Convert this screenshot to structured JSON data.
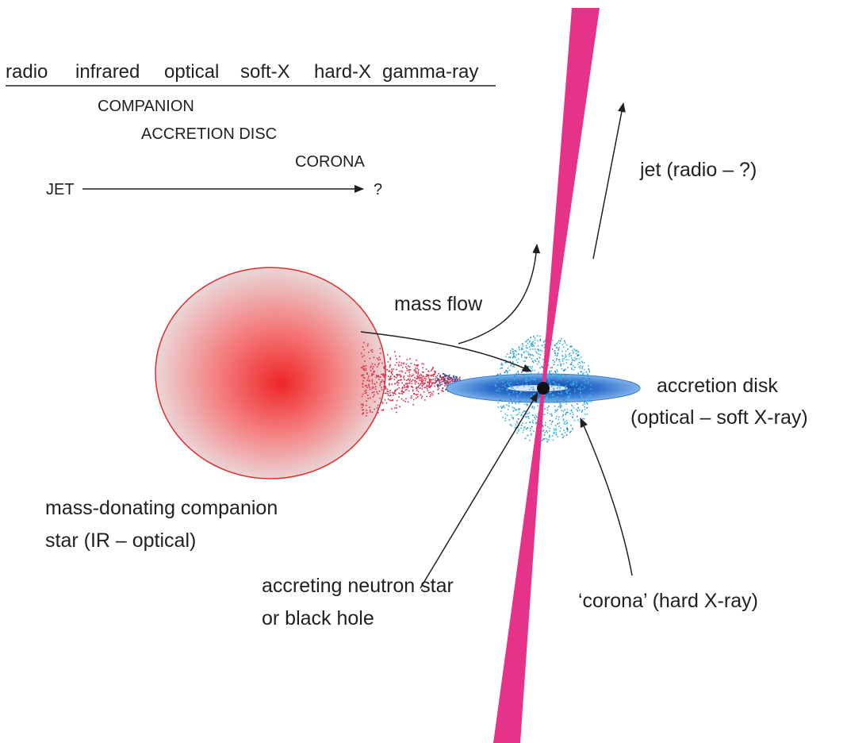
{
  "spectrum": {
    "bands": [
      "radio",
      "infrared",
      "optical",
      "soft-X",
      "hard-X",
      "gamma-ray"
    ],
    "components": {
      "companion": "COMPANION",
      "accretion_disc": "ACCRETION DISC",
      "corona": "CORONA",
      "jet": "JET",
      "jet_end": "?"
    }
  },
  "labels": {
    "jet": "jet (radio – ?)",
    "mass_flow": "mass flow",
    "accretion_disk_line1": "accretion disk",
    "accretion_disk_line2": "(optical – soft X-ray)",
    "companion_line1": "mass-donating companion",
    "companion_line2": "star (IR – optical)",
    "compact_line1": "accreting neutron star",
    "compact_line2": "or black hole",
    "corona": "‘corona’ (hard X-ray)"
  },
  "colors": {
    "jet": "#e6338a",
    "star_core": "#ee2b2b",
    "star_edge": "#e8e4e6",
    "disk": "#2a6fcb",
    "corona_dots": "#38b4e0",
    "stream_dots": "#d9304a",
    "text": "#231f20"
  }
}
